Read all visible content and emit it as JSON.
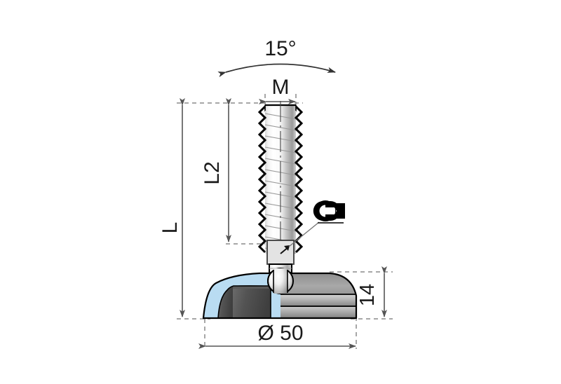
{
  "drawing": {
    "title": "Leveling foot with swivel base - dimensioned technical drawing",
    "type": "engineering-dimension-drawing",
    "background_color": "#ffffff"
  },
  "dimensions": {
    "angle": {
      "label": "15°",
      "name": "swivel-angle",
      "kind": "angular-arc"
    },
    "thread": {
      "label": "M",
      "name": "thread-size",
      "kind": "horizontal-width"
    },
    "total_length": {
      "label": "L",
      "name": "overall-length",
      "kind": "vertical",
      "rotated": true
    },
    "thread_length": {
      "label": "L2",
      "name": "thread-length",
      "kind": "vertical",
      "rotated": true
    },
    "base_height": {
      "label": "14",
      "name": "base-height",
      "kind": "vertical",
      "rotated": true
    },
    "base_diameter": {
      "label": "Ø 50",
      "name": "base-diameter",
      "kind": "horizontal-diameter"
    }
  },
  "annotations": {
    "wrench": {
      "icon": "wrench-icon",
      "meaning": "tighten with wrench at hex flats"
    },
    "hex_flat": {
      "name": "wrench-flat-detail",
      "meaning": "spanner flat / hex socket on stem"
    }
  },
  "colors": {
    "plastic_base": "#b9dcf2",
    "metal_insert": "#4d4d4d",
    "metal_light": "#f5f5f5",
    "metal_mid": "#b5b5b5",
    "metal_dark": "#6e6e6e",
    "outline": "#000000",
    "dimension_line": "#555555",
    "dashed_line": "#8a8a8a",
    "text": "#1a1a1a"
  }
}
